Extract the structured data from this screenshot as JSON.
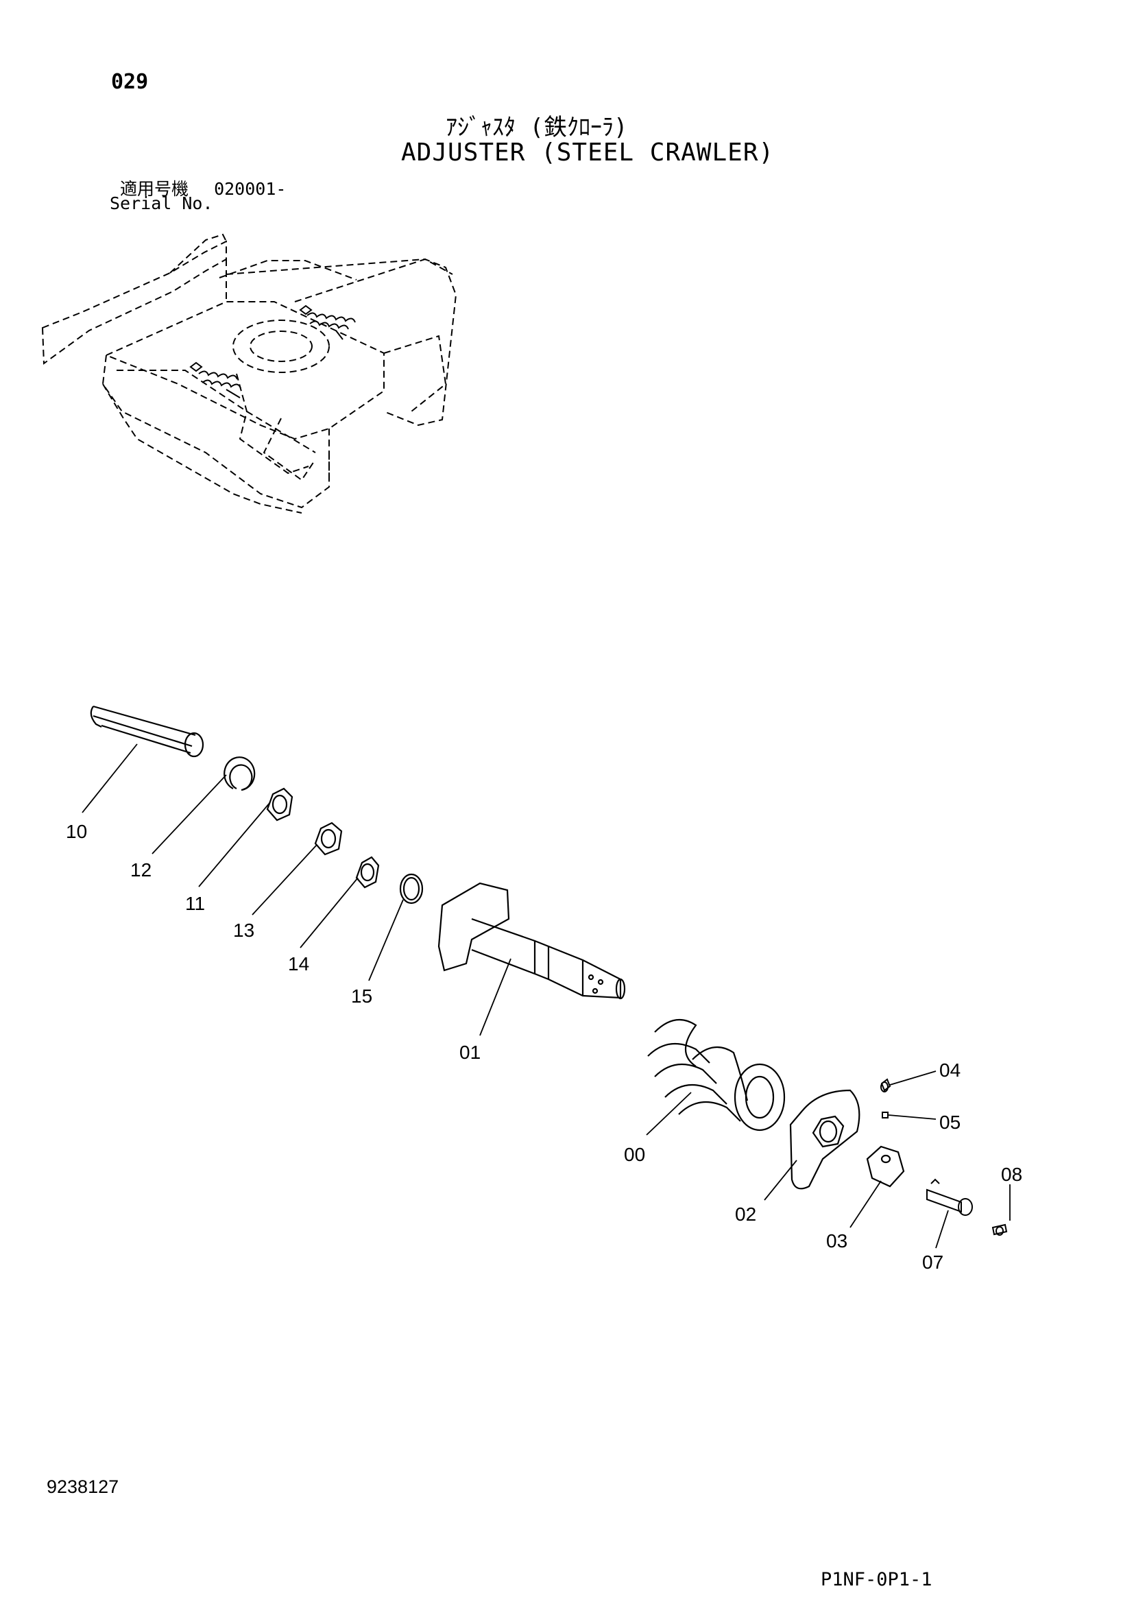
{
  "header": {
    "page_number": "029",
    "title_jp": "ｱｼﾞｬｽﾀ (鉄ｸﾛｰﾗ)",
    "title_en": "ADJUSTER (STEEL CRAWLER)",
    "serial_label_jp": "適用号機",
    "serial_value": "020001-",
    "serial_label_en": "Serial No."
  },
  "callouts": [
    {
      "id": "10",
      "label": "10"
    },
    {
      "id": "12",
      "label": "12"
    },
    {
      "id": "11",
      "label": "11"
    },
    {
      "id": "13",
      "label": "13"
    },
    {
      "id": "14",
      "label": "14"
    },
    {
      "id": "15",
      "label": "15"
    },
    {
      "id": "01",
      "label": "01"
    },
    {
      "id": "00",
      "label": "00"
    },
    {
      "id": "04",
      "label": "04"
    },
    {
      "id": "05",
      "label": "05"
    },
    {
      "id": "02",
      "label": "02"
    },
    {
      "id": "03",
      "label": "03"
    },
    {
      "id": "08",
      "label": "08"
    },
    {
      "id": "07",
      "label": "07"
    }
  ],
  "footer": {
    "doc_number": "9238127",
    "page_code": "P1NF-0P1-1"
  }
}
